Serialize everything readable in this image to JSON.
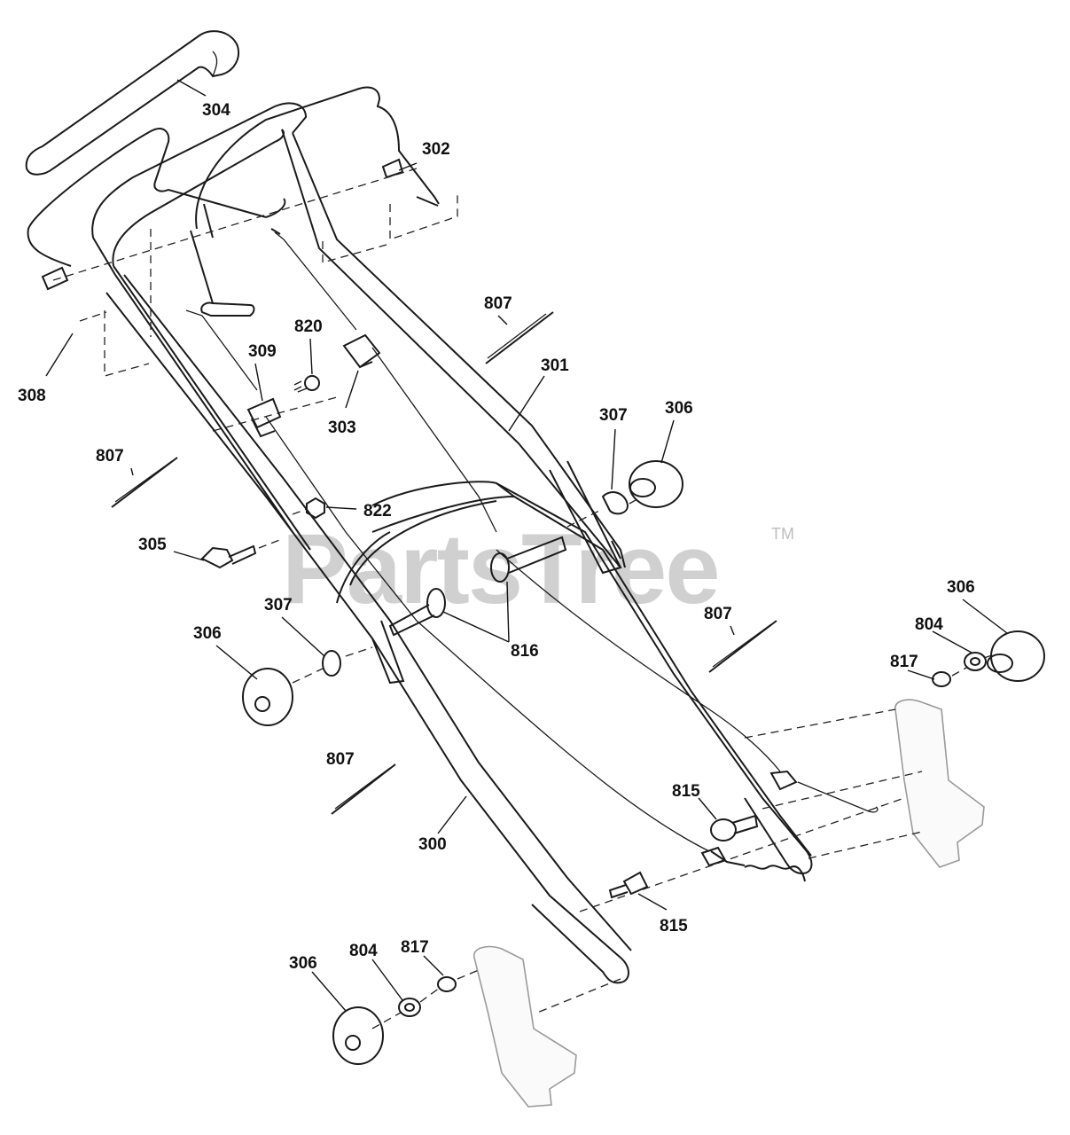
{
  "watermark": {
    "text": "PartsTree",
    "trademark": "TM"
  },
  "labels": {
    "l304": "304",
    "l302": "302",
    "l308": "308",
    "l309": "309",
    "l820": "820",
    "l303": "303",
    "l807a": "807",
    "l301": "301",
    "l807b": "807",
    "l307a": "307",
    "l306a": "306",
    "l822": "822",
    "l305": "305",
    "l307b": "307",
    "l306b": "306",
    "l816": "816",
    "l807c": "807",
    "l306c": "306",
    "l804a": "804",
    "l817a": "817",
    "l807d": "807",
    "l300": "300",
    "l815a": "815",
    "l815b": "815",
    "l306d": "306",
    "l804b": "804",
    "l817b": "817"
  }
}
